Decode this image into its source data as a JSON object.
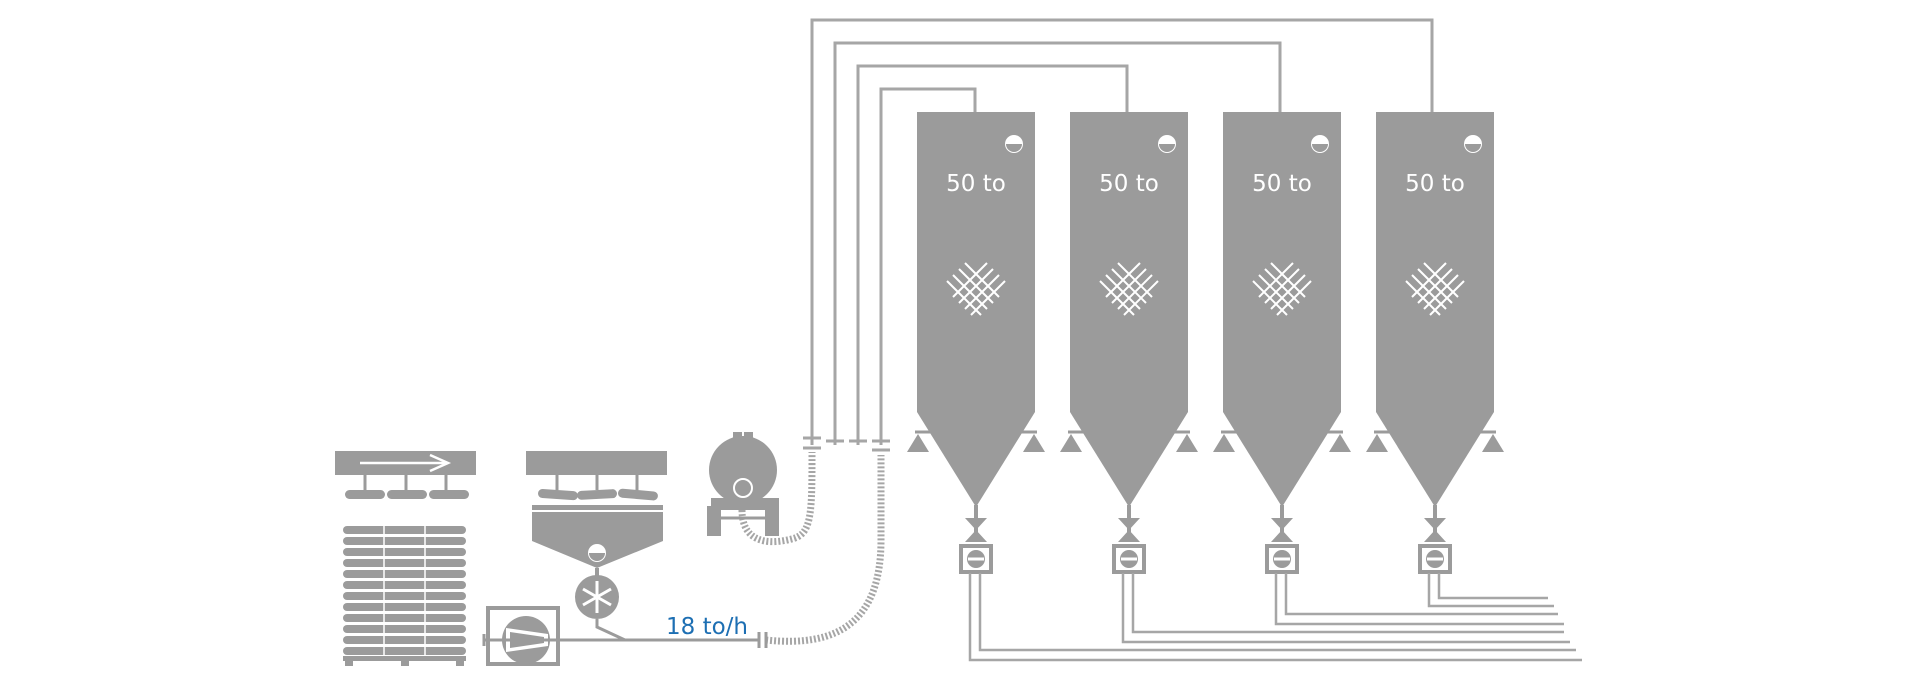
{
  "diagram": {
    "silos": [
      {
        "capacity_label": "50 to"
      },
      {
        "capacity_label": "50 to"
      },
      {
        "capacity_label": "50 to"
      },
      {
        "capacity_label": "50 to"
      }
    ],
    "conveyor_rate": "18 to/h"
  },
  "colors": {
    "equipment": "#9b9b9b",
    "line": "#a6a6a6",
    "symbol": "#ffffff",
    "rate_text": "#1d6fb3",
    "background": "#ffffff"
  },
  "icons": [
    "level-indicator-icon",
    "aeration-grid-icon",
    "rotary-valve-icon",
    "butterfly-valve-icon",
    "tank-truck-icon",
    "bag-pallet-icon",
    "bag-conveyor-icon",
    "blower-icon"
  ]
}
